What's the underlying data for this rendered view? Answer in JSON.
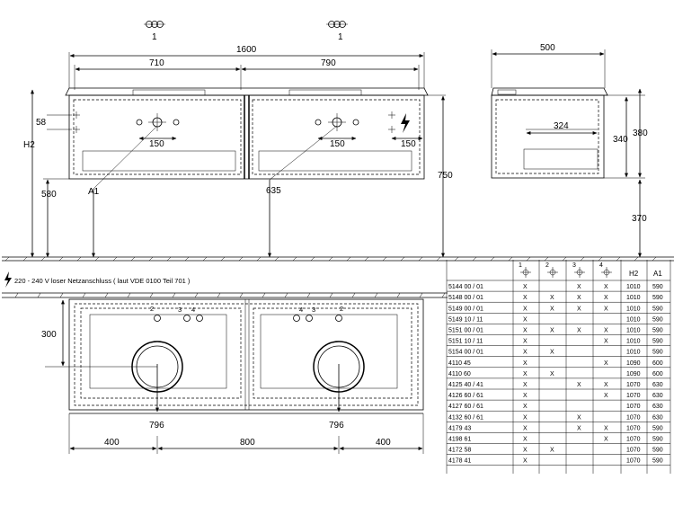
{
  "front_view": {
    "count_labels": [
      "1",
      "1"
    ],
    "overall_width": "1600",
    "left_section_width": "710",
    "right_section_width": "790",
    "height_58": "58",
    "spacing_150": [
      "150",
      "150",
      "150"
    ],
    "h2_label": "H2",
    "height_580": "580",
    "a1_label": "A1",
    "height_635": "635",
    "height_750": "750"
  },
  "side_view": {
    "depth": "500",
    "inner_324": "324",
    "height_340": "340",
    "height_380": "380",
    "height_370": "370"
  },
  "electrical_note": "220 - 240 V loser Netzanschluss ( laut VDE 0100 Teil 701 )",
  "top_view": {
    "dim_300": "300",
    "basin_offsets": [
      "796",
      "796"
    ],
    "bottom_dims": [
      "400",
      "800",
      "400"
    ],
    "connection_labels": [
      "2",
      "3",
      "4",
      "4",
      "3",
      "2"
    ]
  },
  "table": {
    "columns": [
      "1",
      "2",
      "3",
      "4",
      "H2",
      "A1"
    ],
    "rows": [
      {
        "code": "5144 00 / 01",
        "c1": "X",
        "c2": "",
        "c3": "X",
        "c4": "X",
        "h2": "1010",
        "a1": "590"
      },
      {
        "code": "5148 00 / 01",
        "c1": "X",
        "c2": "X",
        "c3": "X",
        "c4": "X",
        "h2": "1010",
        "a1": "590"
      },
      {
        "code": "5149 00 / 01",
        "c1": "X",
        "c2": "X",
        "c3": "X",
        "c4": "X",
        "h2": "1010",
        "a1": "590"
      },
      {
        "code": "5149 10 / 11",
        "c1": "X",
        "c2": "",
        "c3": "",
        "c4": "",
        "h2": "1010",
        "a1": "590"
      },
      {
        "code": "5151 00 / 01",
        "c1": "X",
        "c2": "X",
        "c3": "X",
        "c4": "X",
        "h2": "1010",
        "a1": "590"
      },
      {
        "code": "5151 10 / 11",
        "c1": "X",
        "c2": "",
        "c3": "",
        "c4": "X",
        "h2": "1010",
        "a1": "590"
      },
      {
        "code": "5154 00 / 01",
        "c1": "X",
        "c2": "X",
        "c3": "",
        "c4": "",
        "h2": "1010",
        "a1": "590"
      },
      {
        "code": "4110 45",
        "c1": "X",
        "c2": "",
        "c3": "",
        "c4": "X",
        "h2": "1090",
        "a1": "600"
      },
      {
        "code": "4110 60",
        "c1": "X",
        "c2": "X",
        "c3": "",
        "c4": "",
        "h2": "1090",
        "a1": "600"
      },
      {
        "code": "4125 40 / 41",
        "c1": "X",
        "c2": "",
        "c3": "X",
        "c4": "X",
        "h2": "1070",
        "a1": "630"
      },
      {
        "code": "4126 60 / 61",
        "c1": "X",
        "c2": "",
        "c3": "",
        "c4": "X",
        "h2": "1070",
        "a1": "630"
      },
      {
        "code": "4127 60 / 61",
        "c1": "X",
        "c2": "",
        "c3": "",
        "c4": "",
        "h2": "1070",
        "a1": "630"
      },
      {
        "code": "4132 60 / 61",
        "c1": "X",
        "c2": "",
        "c3": "X",
        "c4": "",
        "h2": "1070",
        "a1": "630"
      },
      {
        "code": "4179 43",
        "c1": "X",
        "c2": "",
        "c3": "X",
        "c4": "X",
        "h2": "1070",
        "a1": "590"
      },
      {
        "code": "4198 61",
        "c1": "X",
        "c2": "",
        "c3": "",
        "c4": "X",
        "h2": "1070",
        "a1": "590"
      },
      {
        "code": "4172 58",
        "c1": "X",
        "c2": "X",
        "c3": "",
        "c4": "",
        "h2": "1070",
        "a1": "590"
      },
      {
        "code": "4178 41",
        "c1": "X",
        "c2": "",
        "c3": "",
        "c4": "",
        "h2": "1070",
        "a1": "590"
      }
    ]
  }
}
